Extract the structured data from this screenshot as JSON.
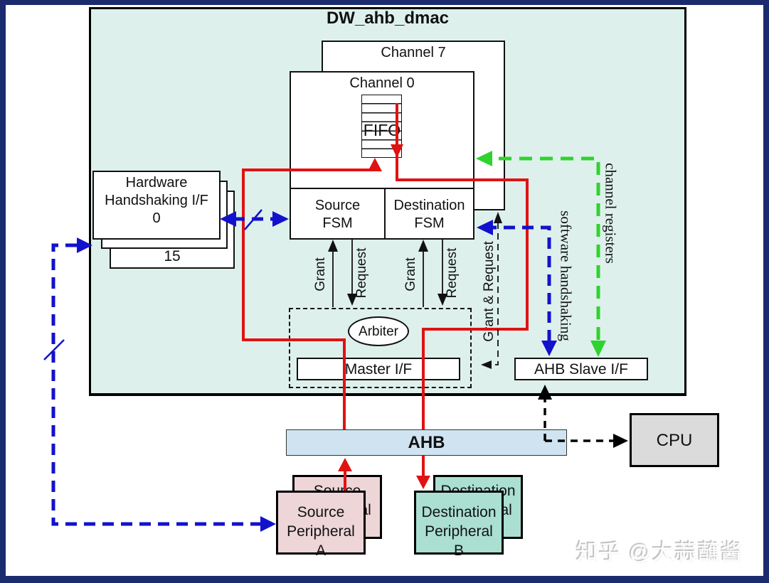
{
  "diagram": {
    "title": "DW_ahb_dmac",
    "blocks": {
      "channel7": "Channel 7",
      "channel0": "Channel 0",
      "fifo": "FIFO",
      "hw_handshaking": {
        "line1": "Hardware",
        "line2": "Handshaking I/F",
        "line3": "0",
        "back_label": "15"
      },
      "source_fsm": {
        "line1": "Source",
        "line2": "FSM"
      },
      "dest_fsm": {
        "line1": "Destination",
        "line2": "FSM"
      },
      "arbiter": "Arbiter",
      "master_if": "Master I/F",
      "ahb_slave_if": "AHB Slave I/F",
      "ahb_bus": "AHB",
      "cpu": "CPU",
      "source_peripheral": {
        "back_line1": "Source",
        "back_line2": "Peripheral",
        "line1": "Source",
        "line2": "Peripheral",
        "line3": "A"
      },
      "dest_peripheral": {
        "back_line1": "Destination",
        "back_line2": "Peripheral",
        "line1": "Destination",
        "line2": "Peripheral",
        "line3": "B"
      }
    },
    "labels": {
      "grant_src": "Grant",
      "request_src": "Request",
      "grant_dst": "Grant",
      "request_dst": "Request",
      "grant_and_request": "Grant & Request",
      "software_handshaking": "software handshaking",
      "channel_registers": "channel registers"
    },
    "watermark": "知乎 @大蒜蘸酱",
    "colors": {
      "frame": "#1b2b6e",
      "dmac_bg": "#def0ec",
      "ahb_bar_bg": "#cfe4f0",
      "cpu_bg": "#dbdbdb",
      "source_peripheral_bg": "#edd5d8",
      "dest_peripheral_bg": "#aadfd1",
      "data_path_red": "#e01212",
      "handshake_blue": "#1212cc",
      "register_green": "#2ed32e",
      "cpu_dash_black": "#000000"
    }
  }
}
